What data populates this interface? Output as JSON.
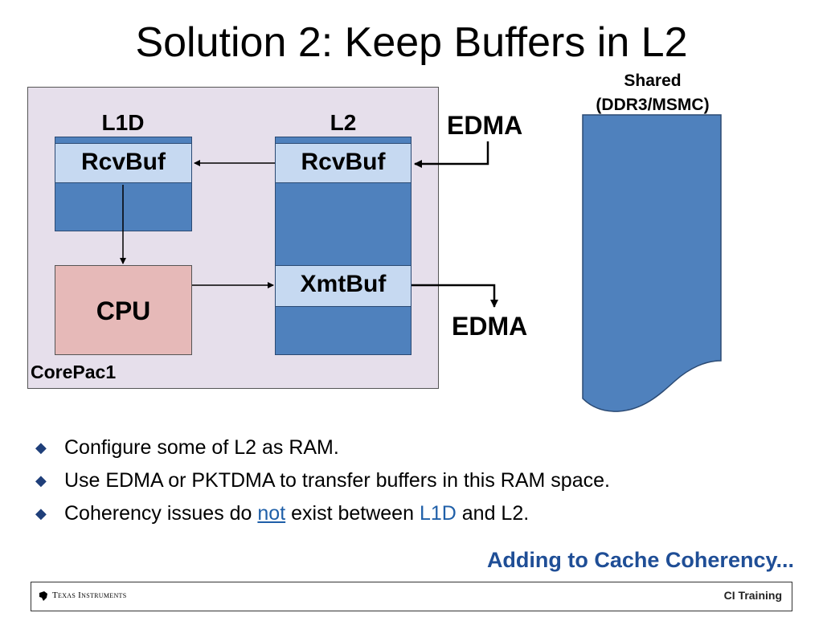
{
  "title": "Solution 2:  Keep Buffers in L2",
  "corepac": {
    "label": "CorePac1",
    "l1d": {
      "label": "L1D",
      "buffer": "RcvBuf"
    },
    "l2": {
      "label": "L2",
      "rcv_buffer": "RcvBuf",
      "xmt_buffer": "XmtBuf"
    },
    "cpu": "CPU"
  },
  "edma_in": "EDMA",
  "edma_out": "EDMA",
  "shared": {
    "line1": "Shared",
    "line2": "(DDR3/MSMC)"
  },
  "bullets": [
    {
      "parts": [
        {
          "text": "Configure some of L2 as RAM.",
          "style": "plain"
        }
      ]
    },
    {
      "parts": [
        {
          "text": "Use EDMA or PKTDMA to transfer buffers in this RAM space.",
          "style": "plain"
        }
      ]
    },
    {
      "parts": [
        {
          "text": "Coherency issues do ",
          "style": "plain"
        },
        {
          "text": "not",
          "style": "underline"
        },
        {
          "text": " exist between ",
          "style": "plain"
        },
        {
          "text": "L1D",
          "style": "highlight"
        },
        {
          "text": " and L2.",
          "style": "plain"
        }
      ]
    }
  ],
  "next_link": "Adding to  Cache Coherency...",
  "footer": {
    "left": "Texas Instruments",
    "right": "CI Training"
  },
  "colors": {
    "memory_block": "#4f81bd",
    "buffer": "#c6d9f1",
    "cpu": "#e6b9b8",
    "corepac_bg": "#e6dfeb",
    "accent_text": "#1f4e96"
  }
}
